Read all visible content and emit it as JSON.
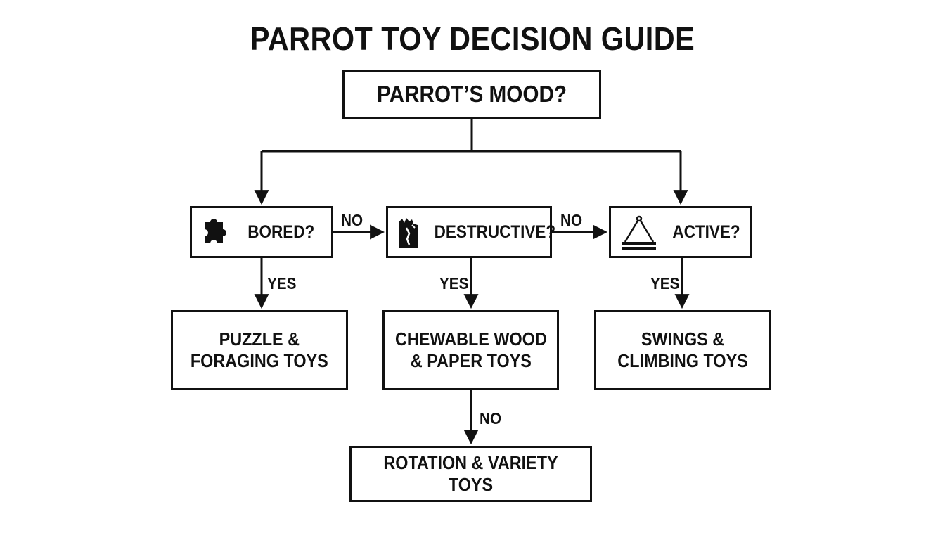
{
  "title": "PARROT TOY DECISION GUIDE",
  "root": {
    "label": "PARROT’S MOOD?"
  },
  "decisions": {
    "bored": {
      "label": "BORED?",
      "icon": "puzzle-piece-icon"
    },
    "destructive": {
      "label": "DESTRUCTIVE?",
      "icon": "chewed-wood-icon"
    },
    "active": {
      "label": "ACTIVE?",
      "icon": "swing-icon"
    }
  },
  "results": {
    "puzzle": {
      "line1": "PUZZLE &",
      "line2": "FORAGING TOYS"
    },
    "chew": {
      "line1": "CHEWABLE WOOD",
      "line2": "& PAPER TOYS"
    },
    "swing": {
      "line1": "SWINGS &",
      "line2": "CLIMBING TOYS"
    },
    "rotation": {
      "label": "ROTATION & VARIETY TOYS"
    }
  },
  "edges": {
    "bored_no": "NO",
    "destructive_no": "NO",
    "bored_yes": "YES",
    "destructive_yes": "YES",
    "active_yes": "YES",
    "chew_no": "NO"
  },
  "colors": {
    "ink": "#111111",
    "background": "#ffffff"
  }
}
